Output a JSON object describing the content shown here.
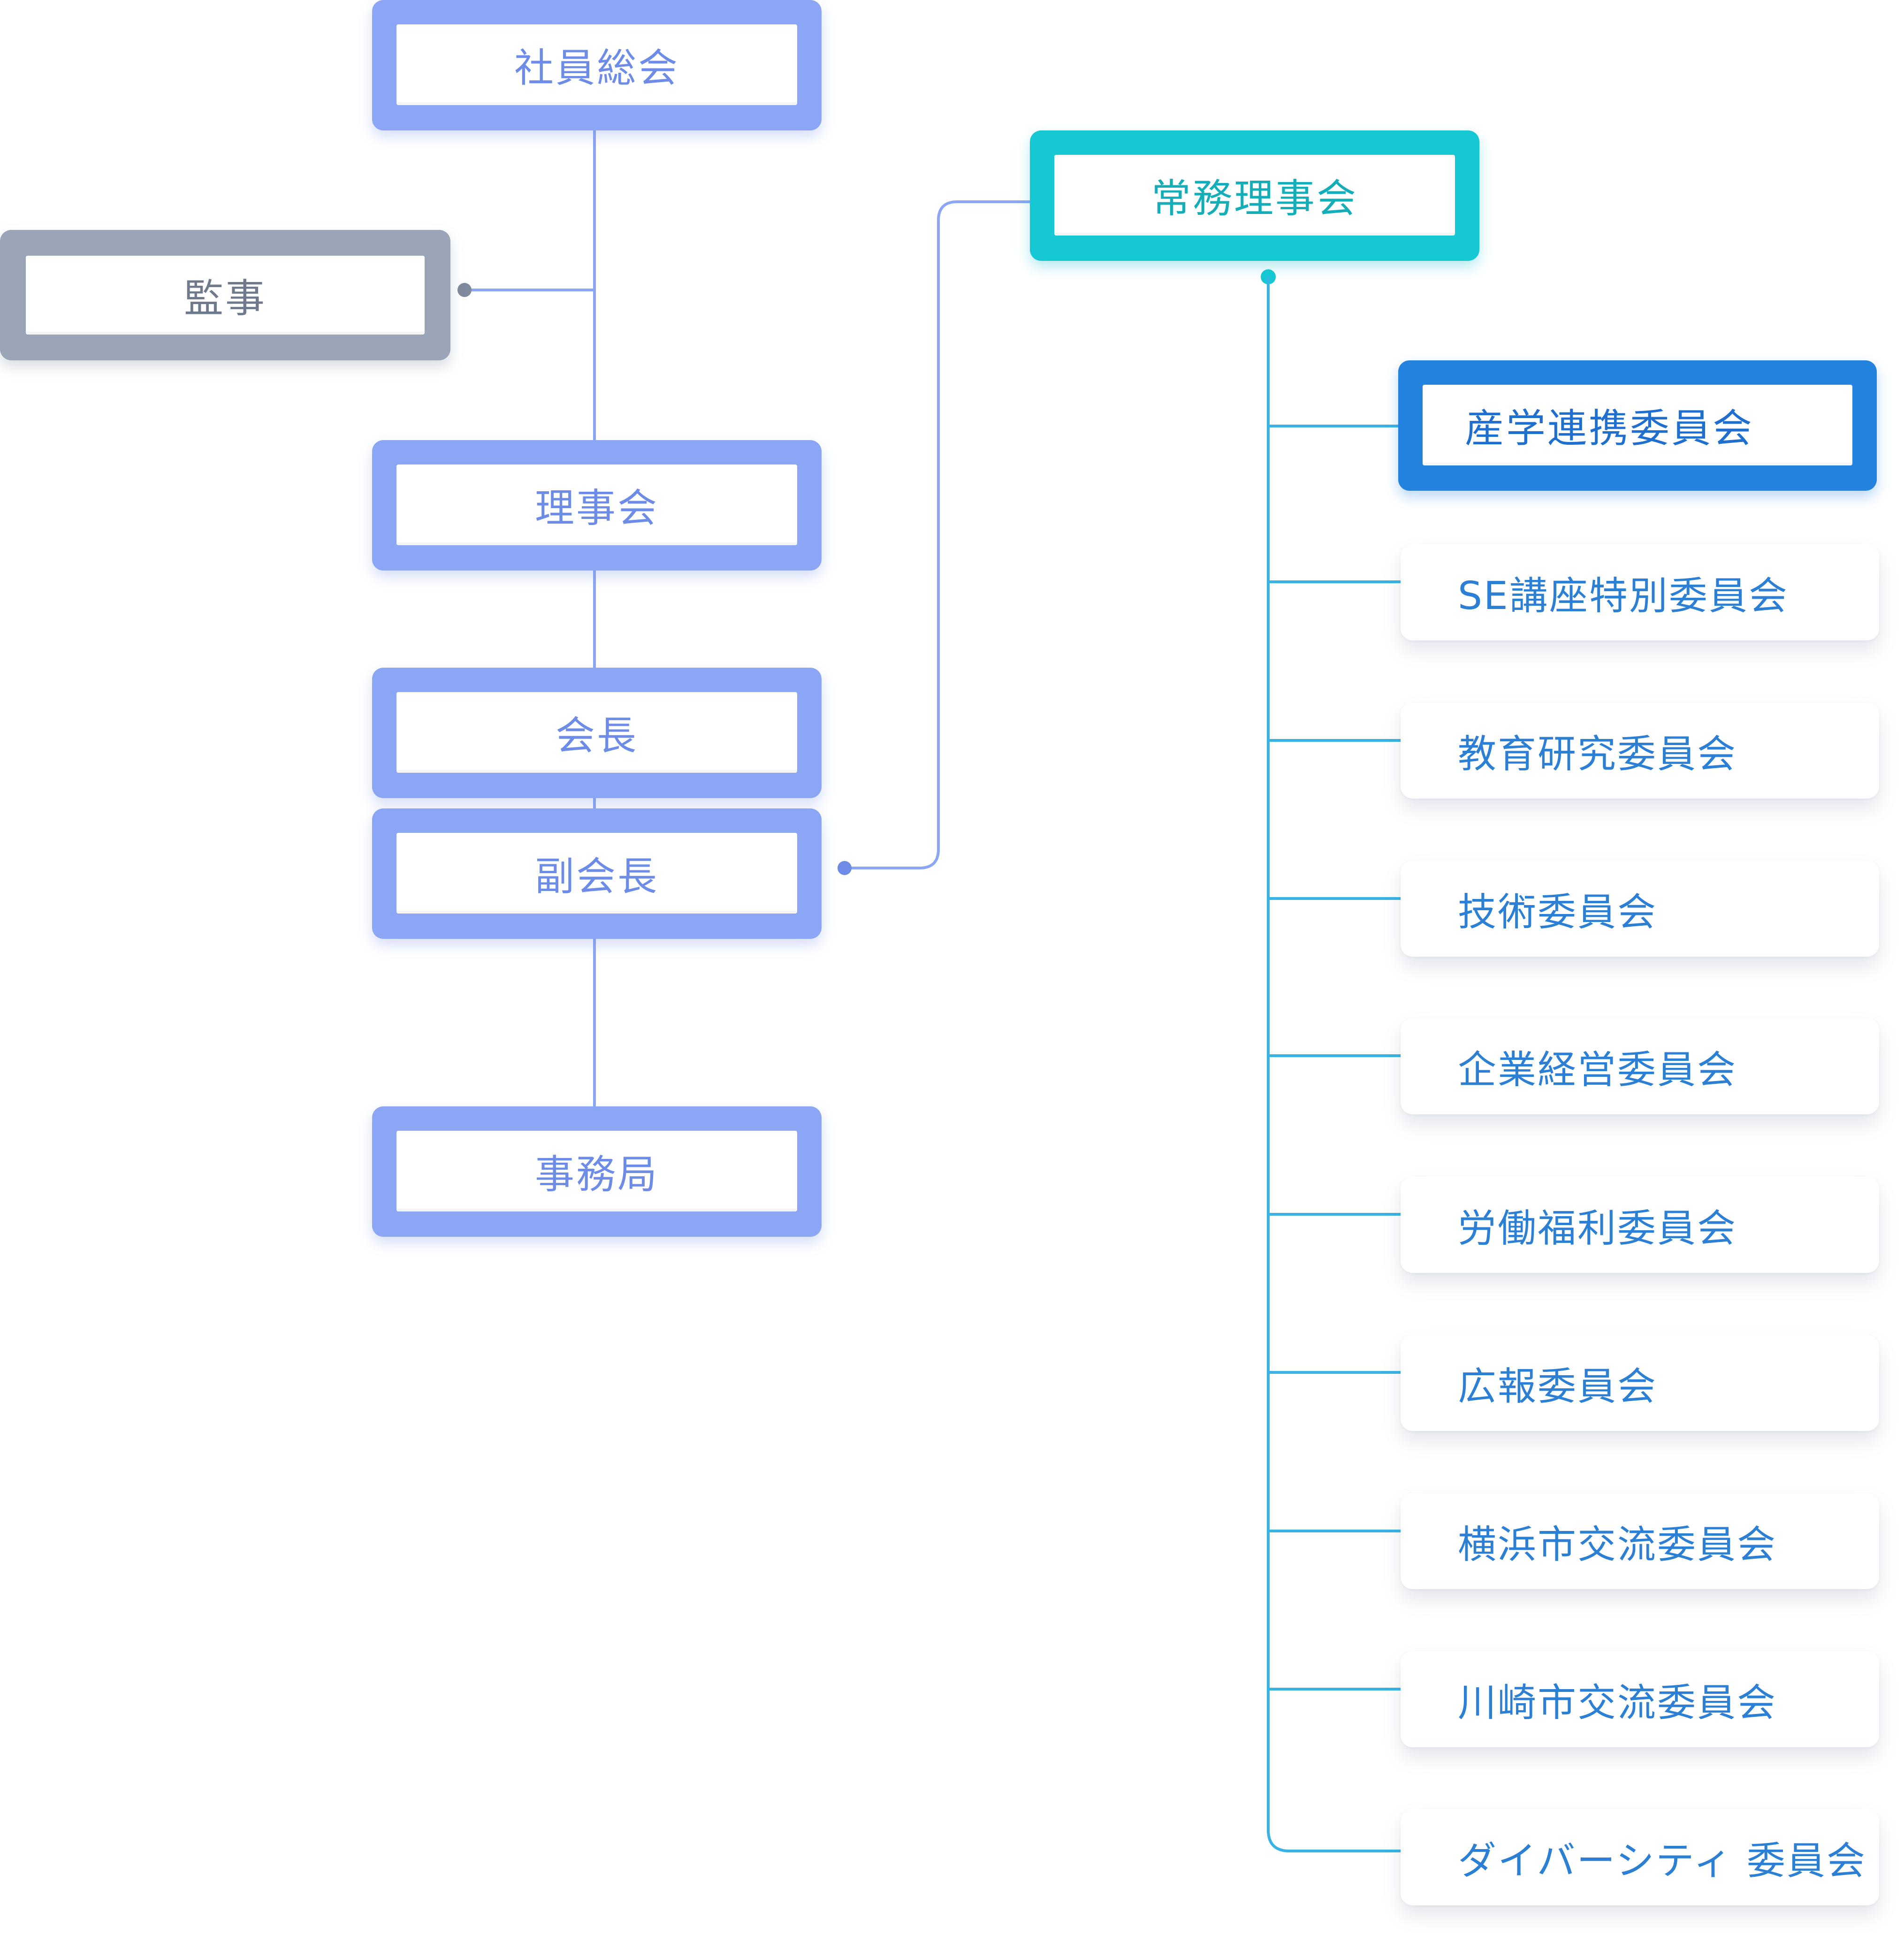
{
  "colors": {
    "primary_blue": "#8aa6f5",
    "grey": "#9aa6b8",
    "teal": "#16c7d4",
    "strong_blue": "#2583e0",
    "committee_text": "#2b7fd4",
    "committee_line": "#38b3e4"
  },
  "nodes": {
    "general_meeting": "社員総会",
    "auditor": "監事",
    "board": "理事会",
    "president": "会長",
    "vice_president": "副会長",
    "secretariat": "事務局",
    "executive_board": "常務理事会",
    "industry_academia": "産学連携委員会"
  },
  "committees": [
    "SE講座特別委員会",
    "教育研究委員会",
    "技術委員会",
    "企業経営委員会",
    "労働福利委員会",
    "広報委員会",
    "横浜市交流委員会",
    "川崎市交流委員会",
    "ダイバーシティ 委員会"
  ]
}
